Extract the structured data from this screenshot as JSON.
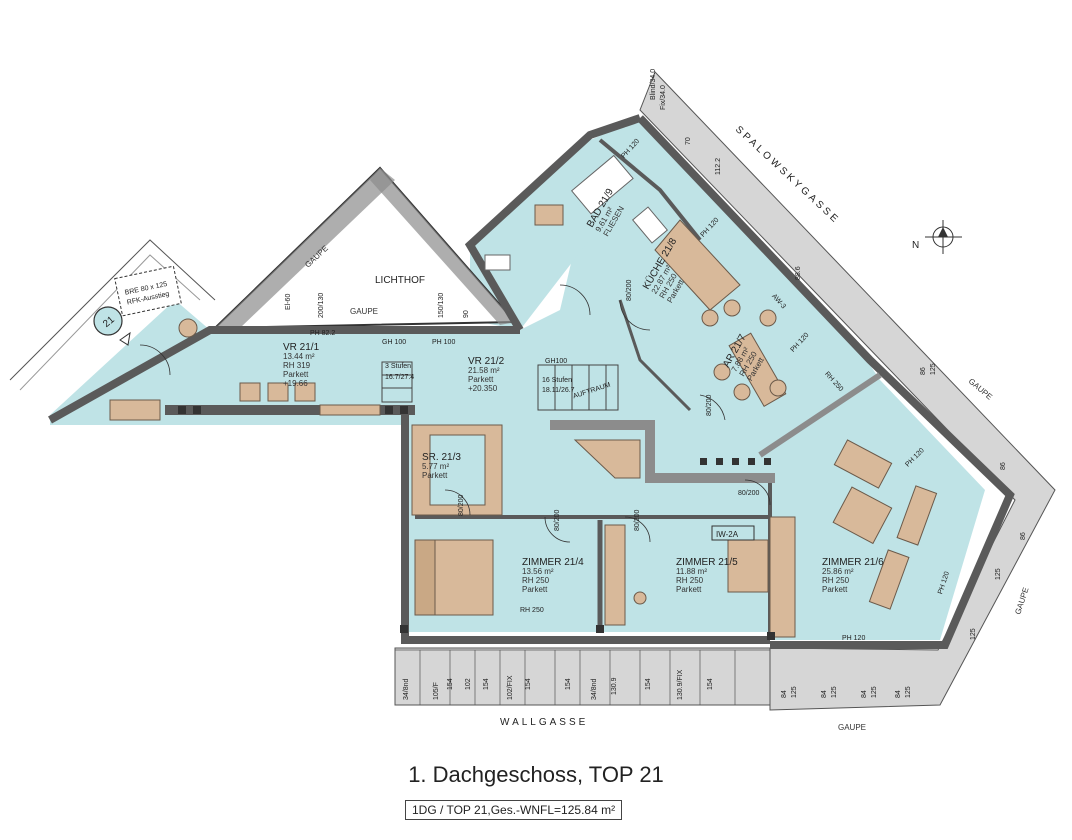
{
  "rooms": [
    {
      "id": "vr211",
      "lines": [
        "VR 21/1",
        "13.44 m²",
        "RH 319",
        "Parkett",
        "+19.66"
      ]
    },
    {
      "id": "vr212",
      "lines": [
        "VR 21/2",
        "21.58 m²",
        "Parkett",
        "+20.350"
      ]
    },
    {
      "id": "bad",
      "lines": [
        "BAD 21/9",
        "9.61 m²",
        "FLIESEN"
      ]
    },
    {
      "id": "kueche",
      "lines": [
        "KÜCHE 21/8",
        "22.87 m²",
        "RH 250",
        "Parkett"
      ]
    },
    {
      "id": "ar",
      "lines": [
        "AR 21/7",
        "7.88 m²",
        "RH 250",
        "Parkett"
      ]
    },
    {
      "id": "sr",
      "lines": [
        "SR. 21/3",
        "5.77 m²",
        "Parkett"
      ]
    },
    {
      "id": "z214",
      "lines": [
        "ZIMMER 21/4",
        "13.56 m²",
        "RH 250",
        "Parkett"
      ]
    },
    {
      "id": "z215",
      "lines": [
        "ZIMMER 21/5",
        "11.88 m²",
        "RH 250",
        "Parkett"
      ]
    },
    {
      "id": "z216",
      "lines": [
        "ZIMMER 21/6",
        "25.86 m²",
        "RH 250",
        "Parkett"
      ]
    }
  ],
  "labels": {
    "lichthof": "LICHTHOF",
    "gaupe": "GAUPE",
    "spalowskygasse": "SPALOWSKYGASSE",
    "wallgasse": "WALLGASSE",
    "north": "N",
    "unit_number": "21",
    "bre_1": "BRE 80 x 125",
    "bre_2": "RFK-Ausstieg",
    "stairs_3": "3 Stufen",
    "stairs_3_dim": "16.7/27.4",
    "stairs_16": "16 Stufen",
    "stairs_16_dim": "18.11/26.7",
    "auftraum": "AUFTRAUM",
    "gh100_a": "GH 100",
    "gh100_b": "GH100",
    "ph100": "PH 100",
    "ph822": "PH 82.2",
    "ph120": "PH 120",
    "rh250": "RH 250",
    "aw3": "AW-3",
    "iw2a": "IW-2A",
    "door_8020": "80/200",
    "gaupe_dim_1": "200/130",
    "gaupe_dim_2": "150/130",
    "gaupe_90": "90",
    "el60": "El-60",
    "wall_dim_154": "154",
    "wall_dim_125": "125",
    "wall_dim_84": "84",
    "wall_dim_86": "86",
    "wall_dim_105": "105/F",
    "wall_dim_102": "102",
    "wall_dim_102fix": "102/FIX",
    "wall_dim_1309": "130.9",
    "wall_dim_1309fix": "130.9/FIX",
    "wall_dim_348nd": "34/8nd",
    "bl_1": "Blind/34.0",
    "bl_2": "Fix/34.0",
    "bl_3": "112.2",
    "bl_4": "88.6",
    "dim_70": "70"
  },
  "title": "1. Dachgeschoss, TOP 21",
  "subtitle": "1DG / TOP 21,Ges.-WNFL=125.84 m²",
  "colors": {
    "floor": "#bfe3e6",
    "wood": "#d8b99a",
    "wall": "#8c8c8c",
    "wall_dark": "#5a5a5a",
    "outline": "#333333"
  }
}
